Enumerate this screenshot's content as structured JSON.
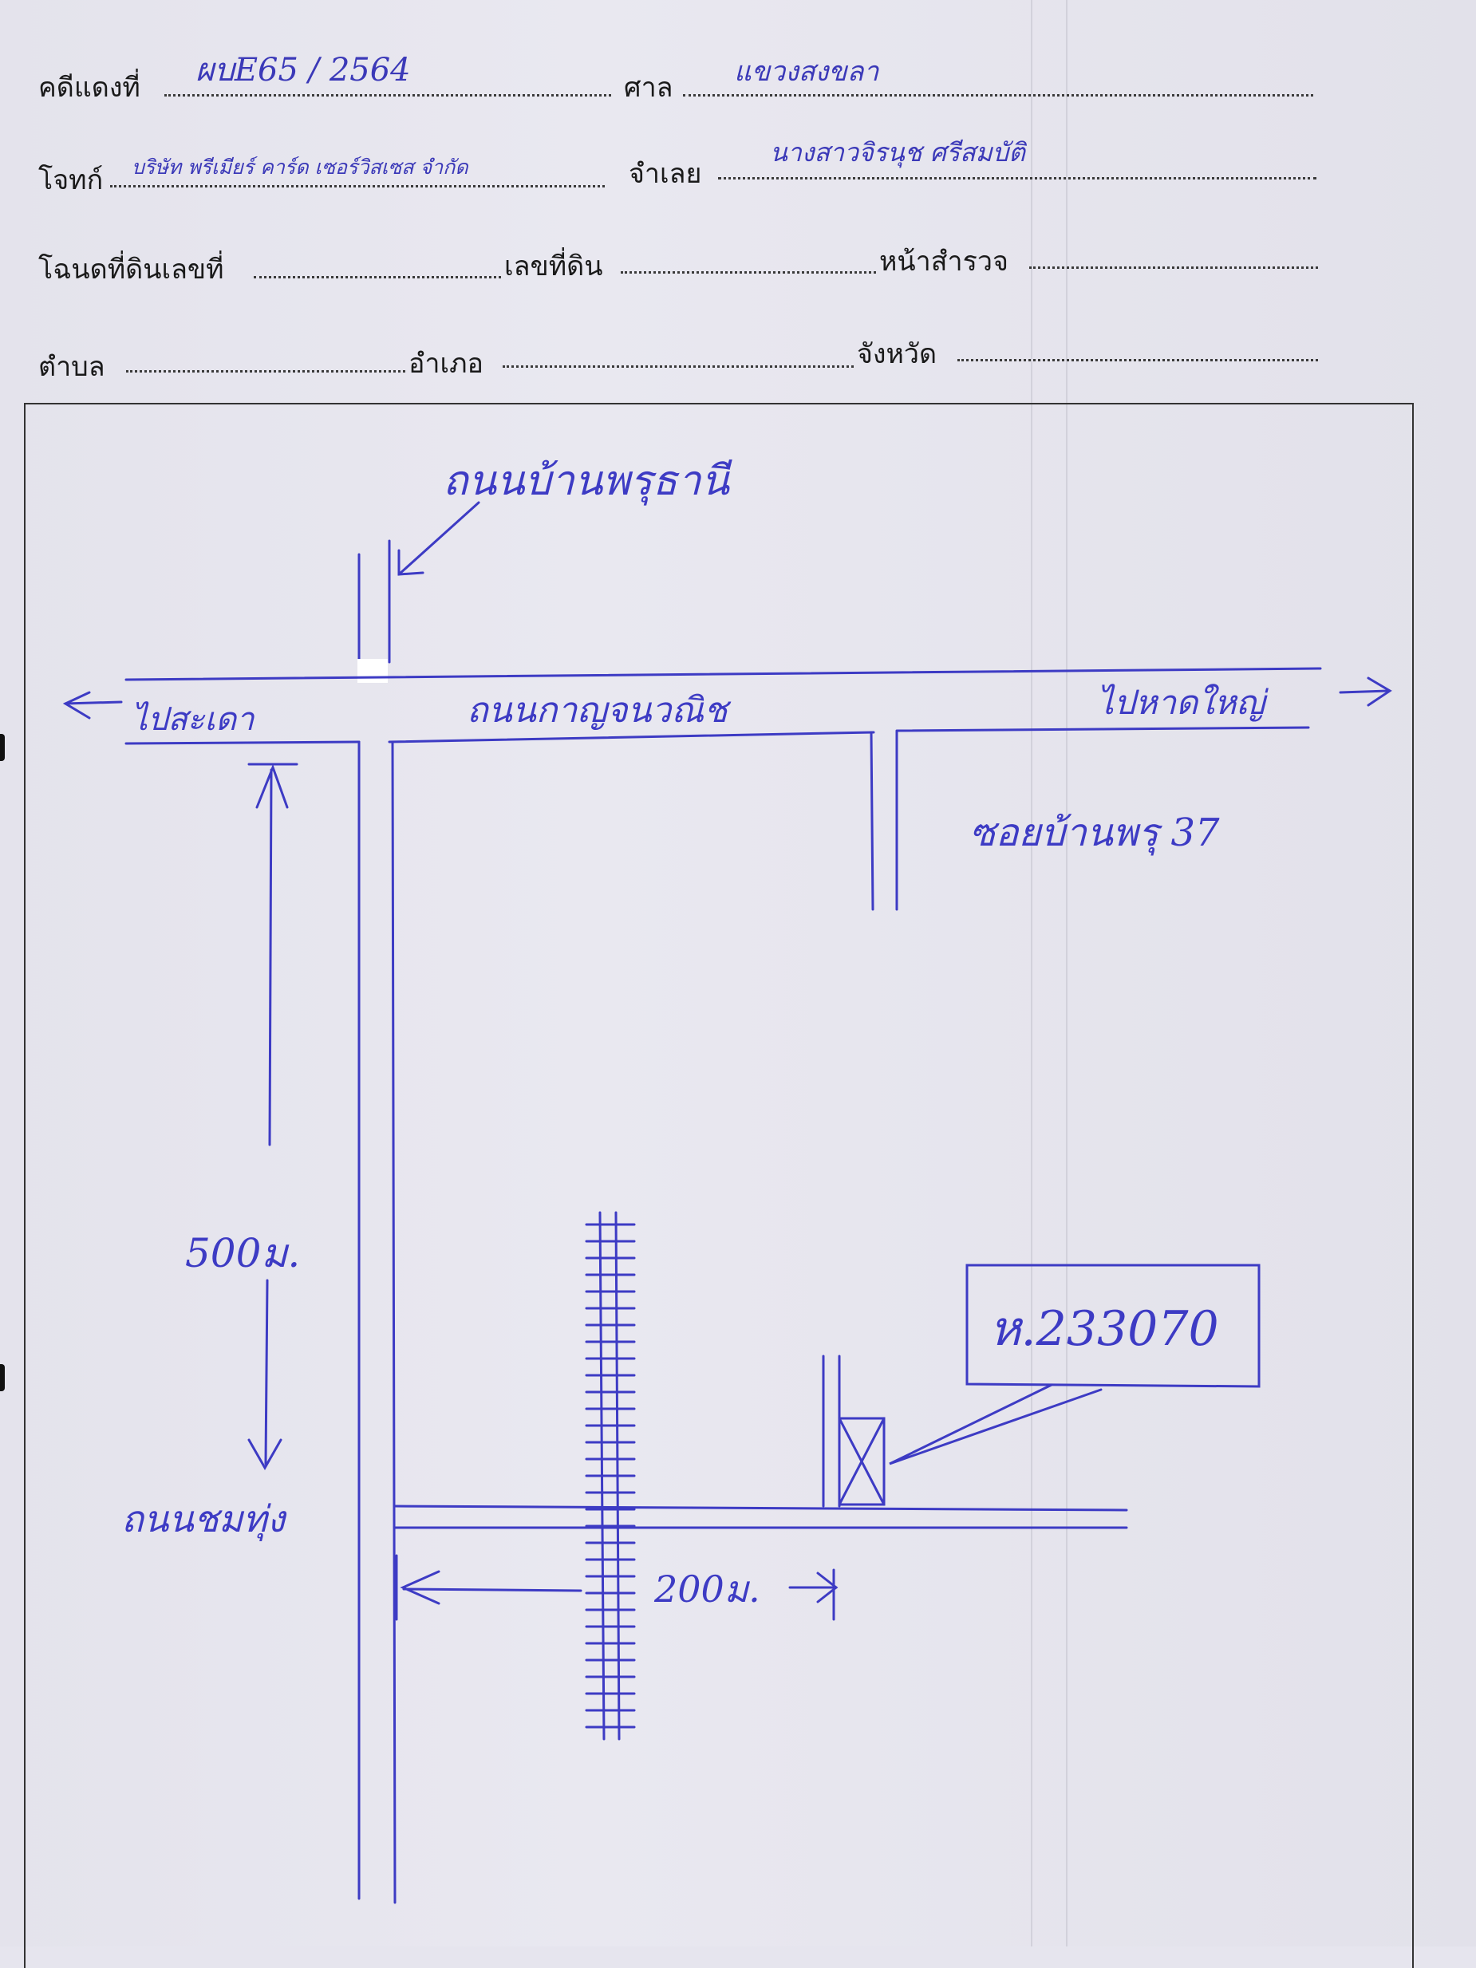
{
  "header": {
    "case_no_label": "คดีแดงที่",
    "case_no_value": "ผบE65 / 2564",
    "court_label": "ศาล",
    "court_value": "แขวงสงขลา",
    "plaintiff_label": "โจทก์",
    "plaintiff_value": "บริษัท พรีเมียร์ คาร์ด เซอร์วิสเซส จำกัด",
    "defendant_label": "จำเลย",
    "defendant_value": "นางสาวจิรนุช ศรีสมบัติ",
    "deed_label": "โฉนดที่ดินเลขที่",
    "land_no_label": "เลขที่ดิน",
    "survey_label": "หน้าสำรวจ",
    "subdistrict_label": "ตำบล",
    "district_label": "อำเภอ",
    "province_label": "จังหวัด"
  },
  "map": {
    "road_top_side": "ถนนบ้านพรุธานี",
    "road_main": "ถนนกาญจนวณิช",
    "left_direction": "ไปสะเดา",
    "right_direction": "ไปหาดใหญ่",
    "soi": "ซอยบ้านพรุ 37",
    "distance_vertical": "500ม.",
    "road_bottom": "ถนนชมทุ่ง",
    "distance_horizontal": "200ม.",
    "plot_id": "ห.233070"
  },
  "colors": {
    "ink": "#3d3bc4",
    "paper": "#e6e5ee",
    "print": "#1a1a1a"
  }
}
